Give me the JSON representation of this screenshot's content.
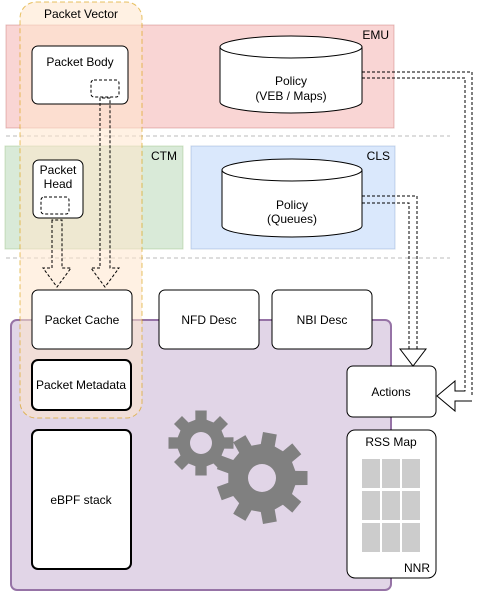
{
  "regions": {
    "emu": "EMU",
    "ctm": "CTM",
    "cls": "CLS",
    "nnr": "NNR",
    "packet_vector": "Packet Vector"
  },
  "boxes": {
    "packet_body": "Packet Body",
    "packet_head_line1": "Packet",
    "packet_head_line2": "Head",
    "packet_cache": "Packet Cache",
    "nfd_desc": "NFD Desc",
    "nbi_desc": "NBI Desc",
    "packet_metadata": "Packet Metadata",
    "ebpf_stack": "eBPF stack",
    "actions": "Actions",
    "rss_map": "RSS Map"
  },
  "policies": {
    "veb_line1": "Policy",
    "veb_line2": "(VEB / Maps)",
    "queues_line1": "Policy",
    "queues_line2": "(Queues)"
  },
  "colors": {
    "emu_fill": "#f8cecc",
    "ctm_fill": "#d5e8d4",
    "cls_fill": "#dae8fc",
    "nnr_fill": "#e1d5e7",
    "nnr_stroke": "#9673a6",
    "vector_fill": "#ffe6cc",
    "vector_stroke": "#d79b00",
    "gear_fill": "#808080",
    "rss_cell": "#cccccc"
  }
}
